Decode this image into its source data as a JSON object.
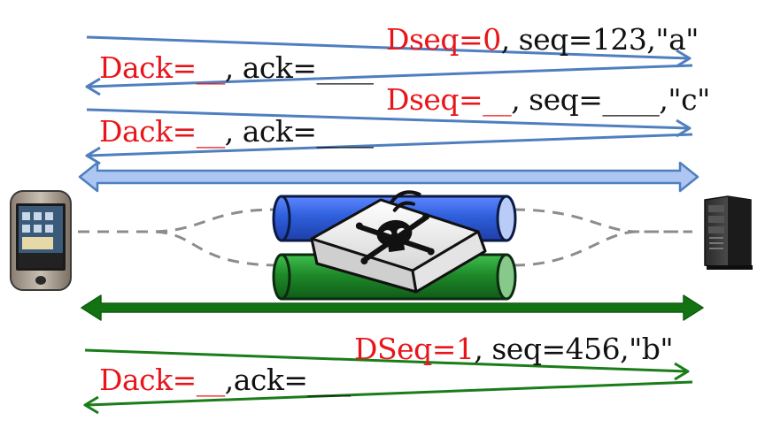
{
  "colors": {
    "blue_flow": "#4f7fbf",
    "green_flow": "#1a7d1a",
    "red_text": "#e8161b",
    "blue_pipe": "#2f5fdc",
    "green_pipe": "#1f8a2a",
    "dashed_path": "#8c8c8c"
  },
  "top_messages": [
    {
      "red": "Dseq=0",
      "black": ", seq=123,\"a\""
    },
    {
      "red": "Dack=__",
      "black": ", ack=____"
    },
    {
      "red": "Dseq=__",
      "black": ", seq=____,\"c\""
    },
    {
      "red": "Dack=__",
      "black": ", ack=____"
    }
  ],
  "bottom_messages": [
    {
      "red": "DSeq=1",
      "black": ", seq=456,\"b\""
    },
    {
      "red": "Dack=__",
      "black": ",ack=___"
    }
  ],
  "icons": {
    "client": "smartphone-icon",
    "server": "tower-server-icon",
    "middlebox": "skull-crossbones-middlebox-icon"
  }
}
